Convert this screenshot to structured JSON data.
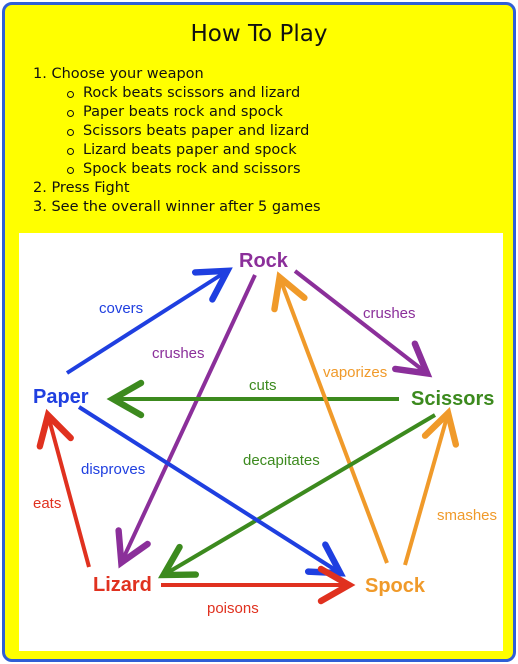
{
  "title": "How To Play",
  "steps": {
    "step1": "1. Choose your weapon",
    "rules": [
      "Rock beats scissors and lizard",
      "Paper beats rock and spock",
      "Scissors beats paper and lizard",
      "Lizard beats paper and spock",
      "Spock beats rock and scissors"
    ],
    "step2": "2. Press Fight",
    "step3": "3. See the overall winner after 5 games"
  },
  "diagram": {
    "nodes": {
      "rock": "Rock",
      "paper": "Paper",
      "scissors": "Scissors",
      "lizard": "Lizard",
      "spock": "Spock"
    },
    "edges": {
      "paper_rock": "covers",
      "rock_scissors": "crushes",
      "rock_lizard": "crushes",
      "scissors_paper": "cuts",
      "spock_rock": "vaporizes",
      "scissors_lizard": "decapitates",
      "paper_spock": "disproves",
      "lizard_paper": "eats",
      "spock_scissors": "smashes",
      "lizard_spock": "poisons"
    }
  },
  "colors": {
    "background": "#ffff00",
    "border": "#2f5fd6",
    "rock": "#8b2f9a",
    "paper": "#1f3fe0",
    "scissors": "#3c8a1e",
    "lizard": "#e0311f",
    "spock": "#f09a2a"
  }
}
